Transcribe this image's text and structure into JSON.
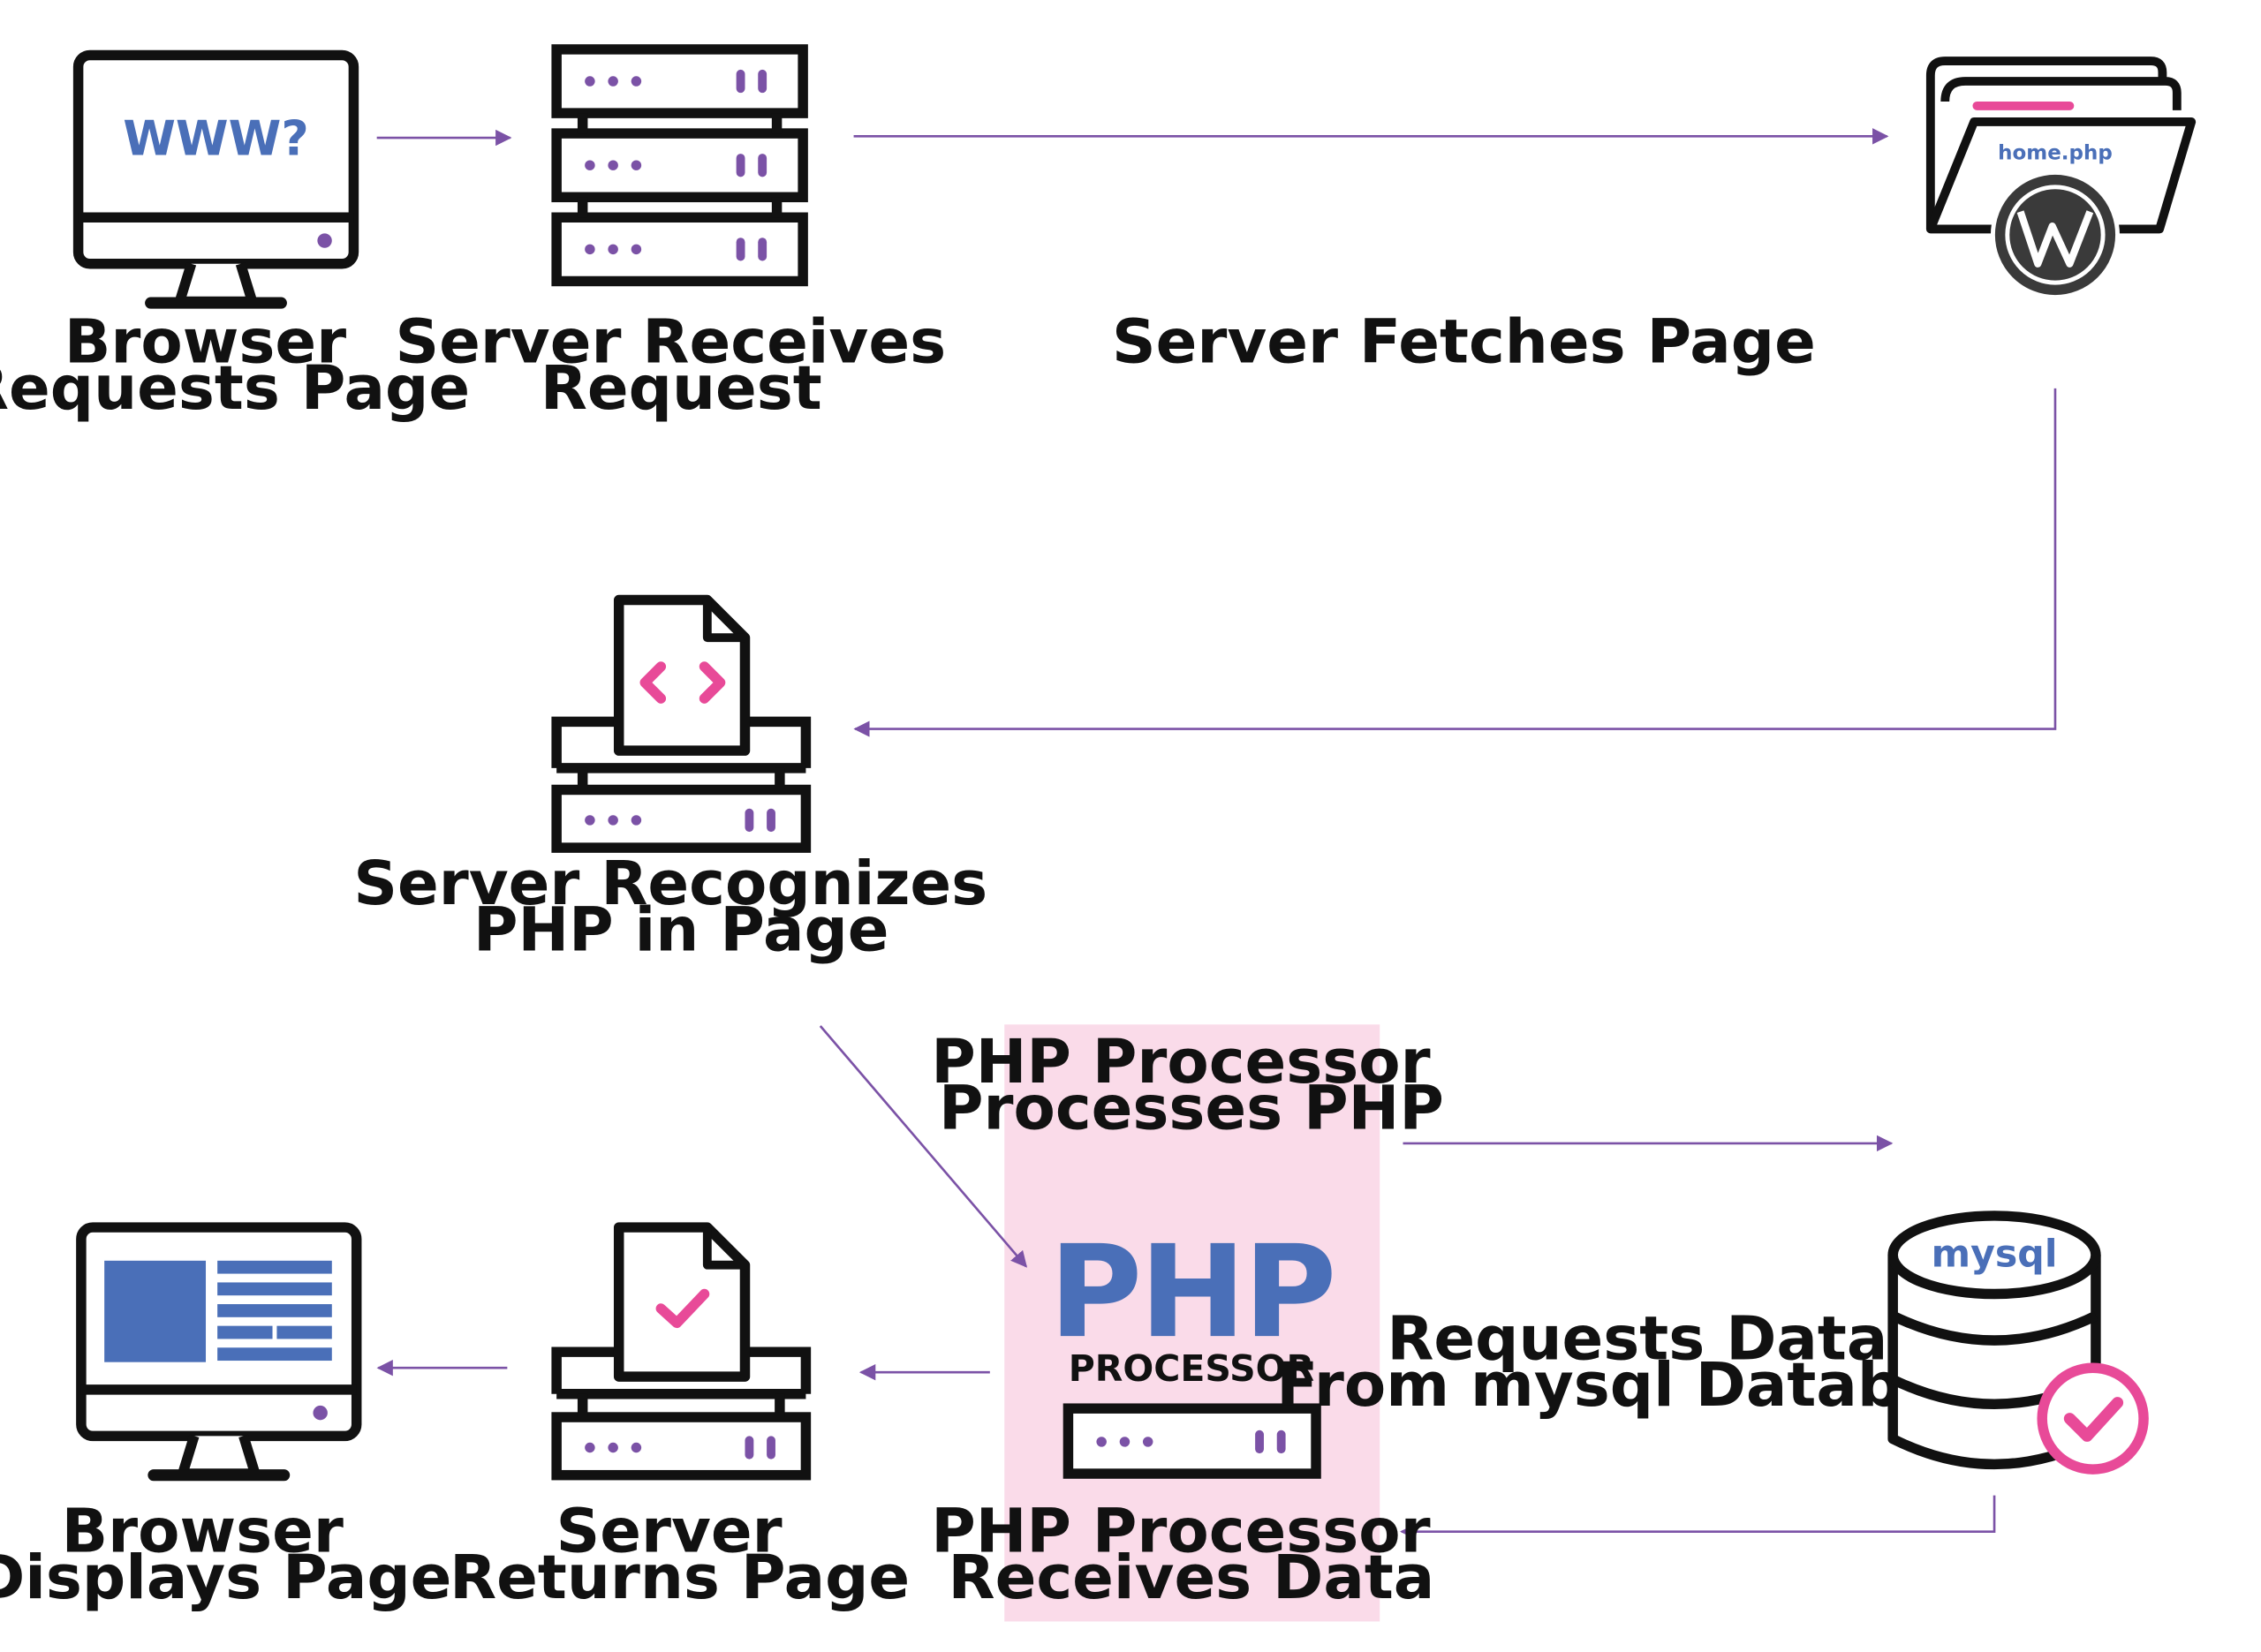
{
  "colors": {
    "stroke": "#111111",
    "purple": "#7b52a6",
    "blue": "#4a6fb8",
    "pink": "#e84a98",
    "highlight": "#fadbe9",
    "wordpress": "#3a3a3a",
    "arrow": "#7b52a6"
  },
  "icons": {
    "monitor_request": "monitor-icon",
    "server_stack": "server-stack-icon",
    "folder": "folder-icon",
    "wordpress": "wordpress-logo",
    "code_doc": "code-document-icon",
    "php_logo": "php-processor-logo",
    "database": "database-icon",
    "check": "check-circle-icon",
    "check_doc": "check-document-icon",
    "monitor_display": "monitor-webpage-icon"
  },
  "nodes": {
    "browser_request": {
      "icon_text": "WWW?",
      "line1": "Browser",
      "line2": "Requests Page"
    },
    "server_receives": {
      "line1": "Server Receives",
      "line2": "Request"
    },
    "server_fetches": {
      "line1": "Server Fetches Page"
    },
    "file": {
      "filename": "home.php"
    },
    "server_recognizes": {
      "line1": "Server Recognizes",
      "line2": "PHP in Page"
    },
    "php_processes": {
      "line1": "PHP Processor",
      "line2": "Processes PHP"
    },
    "php_logo": {
      "big": "PHP",
      "small": "PROCESSOR"
    },
    "php_receives": {
      "line1": "PHP Processor",
      "line2": "Receives Data"
    },
    "requests_data": {
      "line1": "Requests Data",
      "line2": "From mysql Database"
    },
    "database": {
      "name": "mysql"
    },
    "server_returns": {
      "line1": "Server",
      "line2": "Returns Page"
    },
    "browser_displays": {
      "line1": "Browser",
      "line2": "Displays Page"
    }
  }
}
